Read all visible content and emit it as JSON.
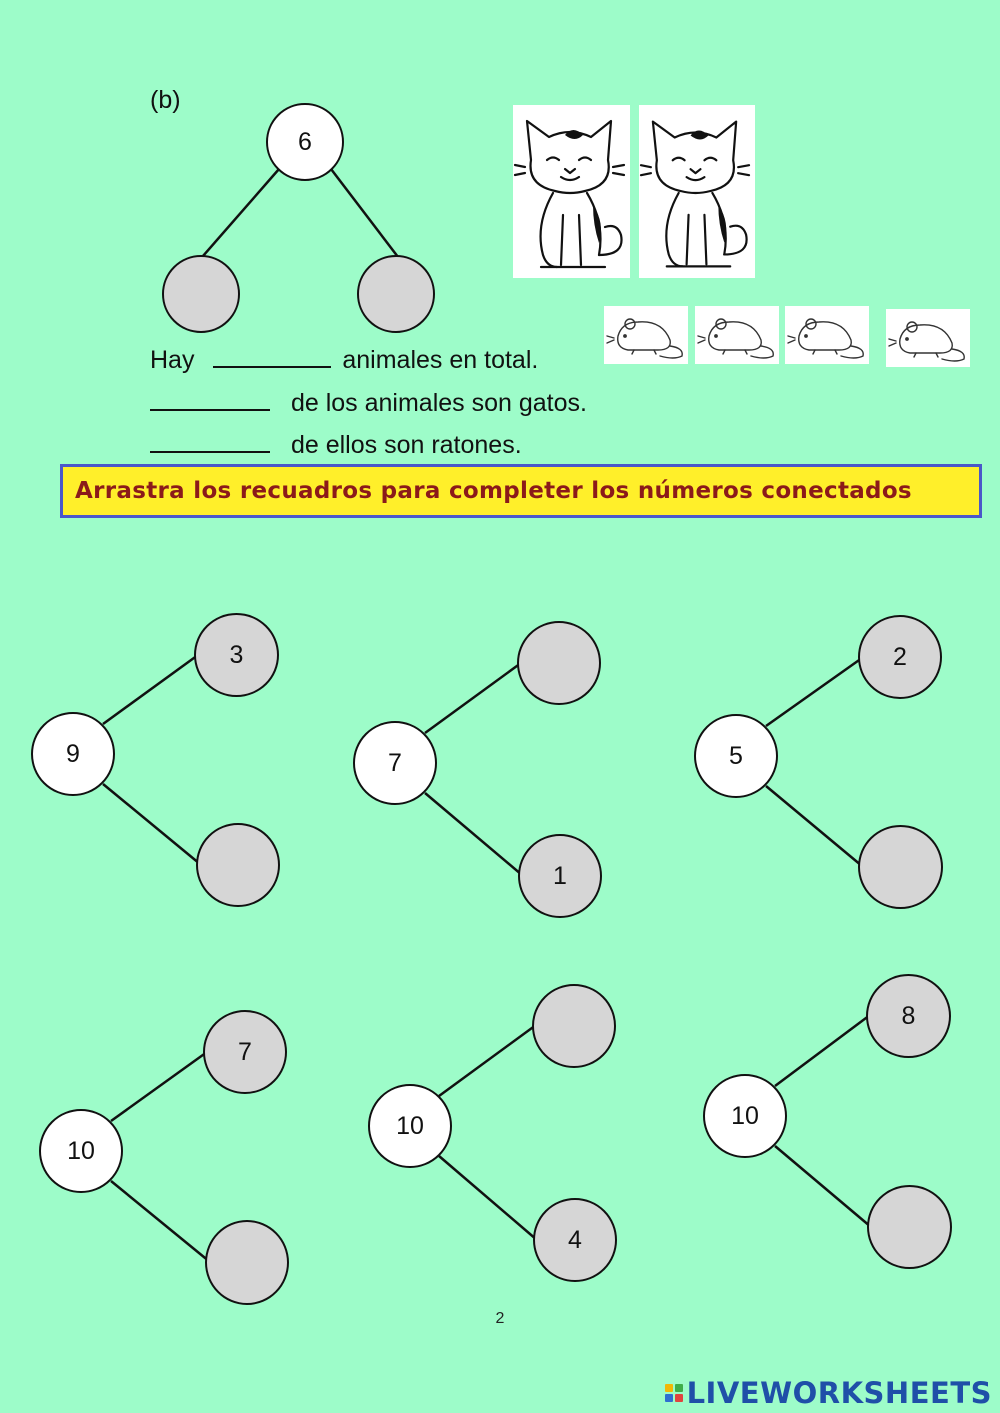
{
  "section_label": "(b)",
  "top_bond": {
    "whole": "6",
    "part_a": "",
    "part_b": ""
  },
  "sentences": {
    "line1_pre": "Hay",
    "line1_post": "animales en total.",
    "line2_post": "de los animales son gatos.",
    "line3_post": "de ellos son ratones."
  },
  "pictures": {
    "cats": [
      "cat-icon",
      "cat-icon"
    ],
    "mice": [
      "mouse-icon",
      "mouse-icon",
      "mouse-icon",
      "mouse-icon"
    ]
  },
  "instruction_banner": "Arrastra los recuadros para completer los números conectados",
  "bonds": [
    {
      "whole": "9",
      "top": "3",
      "bottom": ""
    },
    {
      "whole": "7",
      "top": "",
      "bottom": "1"
    },
    {
      "whole": "5",
      "top": "2",
      "bottom": ""
    },
    {
      "whole": "10",
      "top": "7",
      "bottom": ""
    },
    {
      "whole": "10",
      "top": "",
      "bottom": "4"
    },
    {
      "whole": "10",
      "top": "8",
      "bottom": ""
    }
  ],
  "page_number": "2",
  "brand": {
    "text": "LIVEWORKSHEETS",
    "color": "#1f4fa8"
  },
  "colors": {
    "background": "#9dfcc9",
    "banner_fill": "#ffef2a",
    "banner_text": "#8b1a1a",
    "empty_circle": "#d6d6d6"
  }
}
